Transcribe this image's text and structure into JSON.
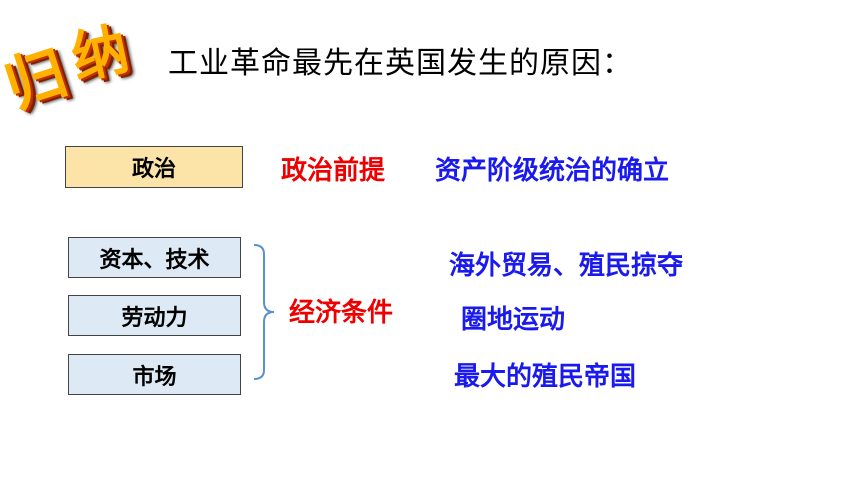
{
  "logo_text": [
    "归",
    "纳"
  ],
  "title": "工业革命最先在英国发生的原因：",
  "politics": {
    "box_label": "政治",
    "category": "政治前提",
    "detail": "资产阶级统治的确立"
  },
  "economy": {
    "category": "经济条件",
    "rows": [
      {
        "box_label": "资本、技术",
        "detail": "海外贸易、殖民掠夺"
      },
      {
        "box_label": "劳动力",
        "detail": "圈地运动"
      },
      {
        "box_label": "市场",
        "detail": "最大的殖民帝国"
      }
    ]
  },
  "colors": {
    "red": "#ee0000",
    "blue": "#1a1aee",
    "politics_box": "#fce4a8",
    "econ_box": "#dde9f5",
    "brace": "#5b8fd0"
  }
}
